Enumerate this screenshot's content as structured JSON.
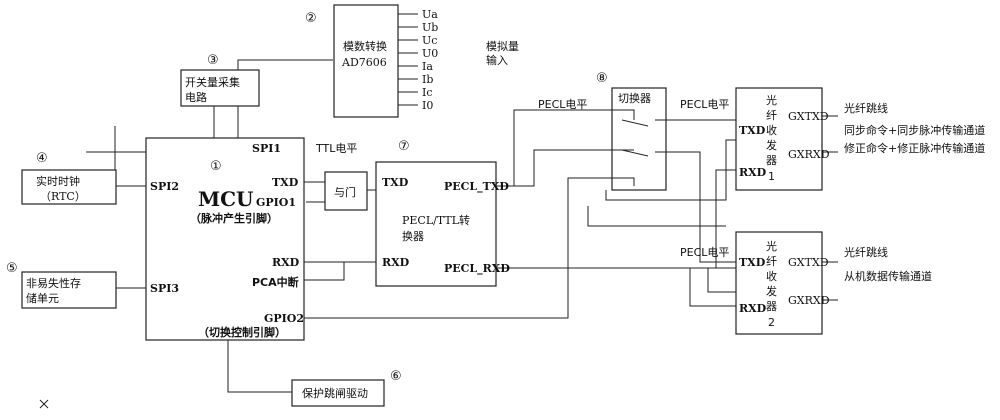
{
  "markers": {
    "m1": "①",
    "m2": "②",
    "m3": "③",
    "m4": "④",
    "m5": "⑤",
    "m6": "⑥",
    "m7": "⑦",
    "m8": "⑧"
  },
  "mcu": {
    "title": "MCU",
    "subtitle": "（脉冲产生引脚）",
    "bottom": "（切换控制引脚）",
    "spi1": "SPI1",
    "spi2": "SPI2",
    "spi3": "SPI3",
    "txd": "TXD",
    "gpio1": "GPIO1",
    "rxd": "RXD",
    "pca": "PCA中断",
    "gpio2": "GPIO2"
  },
  "adc": {
    "line1": "模数转换",
    "line2": "AD7606",
    "signals": [
      "Ua",
      "Ub",
      "Uc",
      "U0",
      "Ia",
      "Ib",
      "Ic",
      "I0"
    ],
    "input_label_1": "模拟量",
    "input_label_2": "输入"
  },
  "switch_acq": {
    "line1": "开关量采集",
    "line2": "电路"
  },
  "rtc": {
    "line1": "实时时钟",
    "line2": "（RTC）"
  },
  "nvm": {
    "line1": "非易失性存",
    "line2": "储单元"
  },
  "relay": {
    "label": "保护跳闸驱动"
  },
  "and_gate": {
    "label": "与门"
  },
  "ttl_level": "TTL电平",
  "converter": {
    "txd": "TXD",
    "rxd": "RXD",
    "pecl_txd": "PECL_TXD",
    "pecl_rxd": "PECL_RXD",
    "line1": "PECL/TTL转",
    "line2": "换器"
  },
  "pecl_level_1": "PECL电平",
  "pecl_level_2": "PECL电平",
  "pecl_level_3": "PECL电平",
  "switcher": {
    "label": "切换器"
  },
  "trx1": {
    "txd": "TXD",
    "rxd": "RXD",
    "gxtxd": "GXTXD",
    "gxrxd": "GXRXD",
    "c1": "光",
    "c2": "纤",
    "c3": "收",
    "c4": "发",
    "c5": "器",
    "n": "1"
  },
  "trx2": {
    "txd": "TXD",
    "rxd": "RXD",
    "gxtxd": "GXTXD",
    "gxrxd": "GXRXD",
    "c1": "光",
    "c2": "纤",
    "c3": "收",
    "c4": "发",
    "c5": "器",
    "n": "2"
  },
  "fiber1": {
    "label": "光纤跳线",
    "ch1": "同步命令+同步脉冲传输通道",
    "ch2": "修正命令+修正脉冲传输通道"
  },
  "fiber2": {
    "label": "光纤跳线",
    "ch1": "从机数据传输通道"
  }
}
